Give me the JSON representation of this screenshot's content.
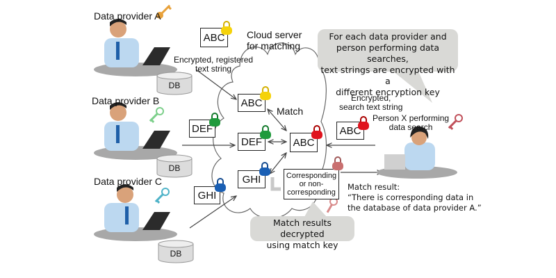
{
  "providers": [
    {
      "name": "Data provider A",
      "db": "DB",
      "key_color": "#e8a13a"
    },
    {
      "name": "Data provider B",
      "db": "DB",
      "key_color": "#7ccf8a"
    },
    {
      "name": "Data provider C",
      "db": "DB",
      "key_color": "#4fb3c8"
    }
  ],
  "cloud": {
    "title_line1": "Cloud server",
    "title_line2": "for matching",
    "match_label": "Match",
    "stored": [
      {
        "text": "ABC",
        "lock_color": "#f5d20a"
      },
      {
        "text": "DEF",
        "lock_color": "#1f9a3c"
      },
      {
        "text": "GHI",
        "lock_color": "#1a5fb4"
      }
    ],
    "query": {
      "text": "ABC",
      "lock_color": "#e0141e"
    },
    "result_box": {
      "line1": "Corresponding",
      "line2": "or non-",
      "line3": "corresponding"
    },
    "result_lock_color": "#c97070"
  },
  "inputs": {
    "provider_a_box": "ABC",
    "provider_b_box": "DEF",
    "provider_c_box": "GHI",
    "registered_label_line1": "Encrypted,  registered",
    "registered_label_line2": "text string",
    "search_label_line1": "Encrypted,",
    "search_label_line2": "search text string",
    "search_box": "ABC"
  },
  "searcher": {
    "label_line1": "Person X performing",
    "label_line2": "data search",
    "key_color": "#c0505a"
  },
  "callouts": {
    "top_line1": "For each data provider and",
    "top_line2": "person performing data searches,",
    "top_line3": "text strings are encrypted with a",
    "top_line4": "different encryption key",
    "bottom_line1": "Match results decrypted",
    "bottom_line2": "using match key"
  },
  "match_result": {
    "line1": "Match result:",
    "line2": "“There is corresponding data in",
    "line3": "the database of data provider A.”"
  }
}
